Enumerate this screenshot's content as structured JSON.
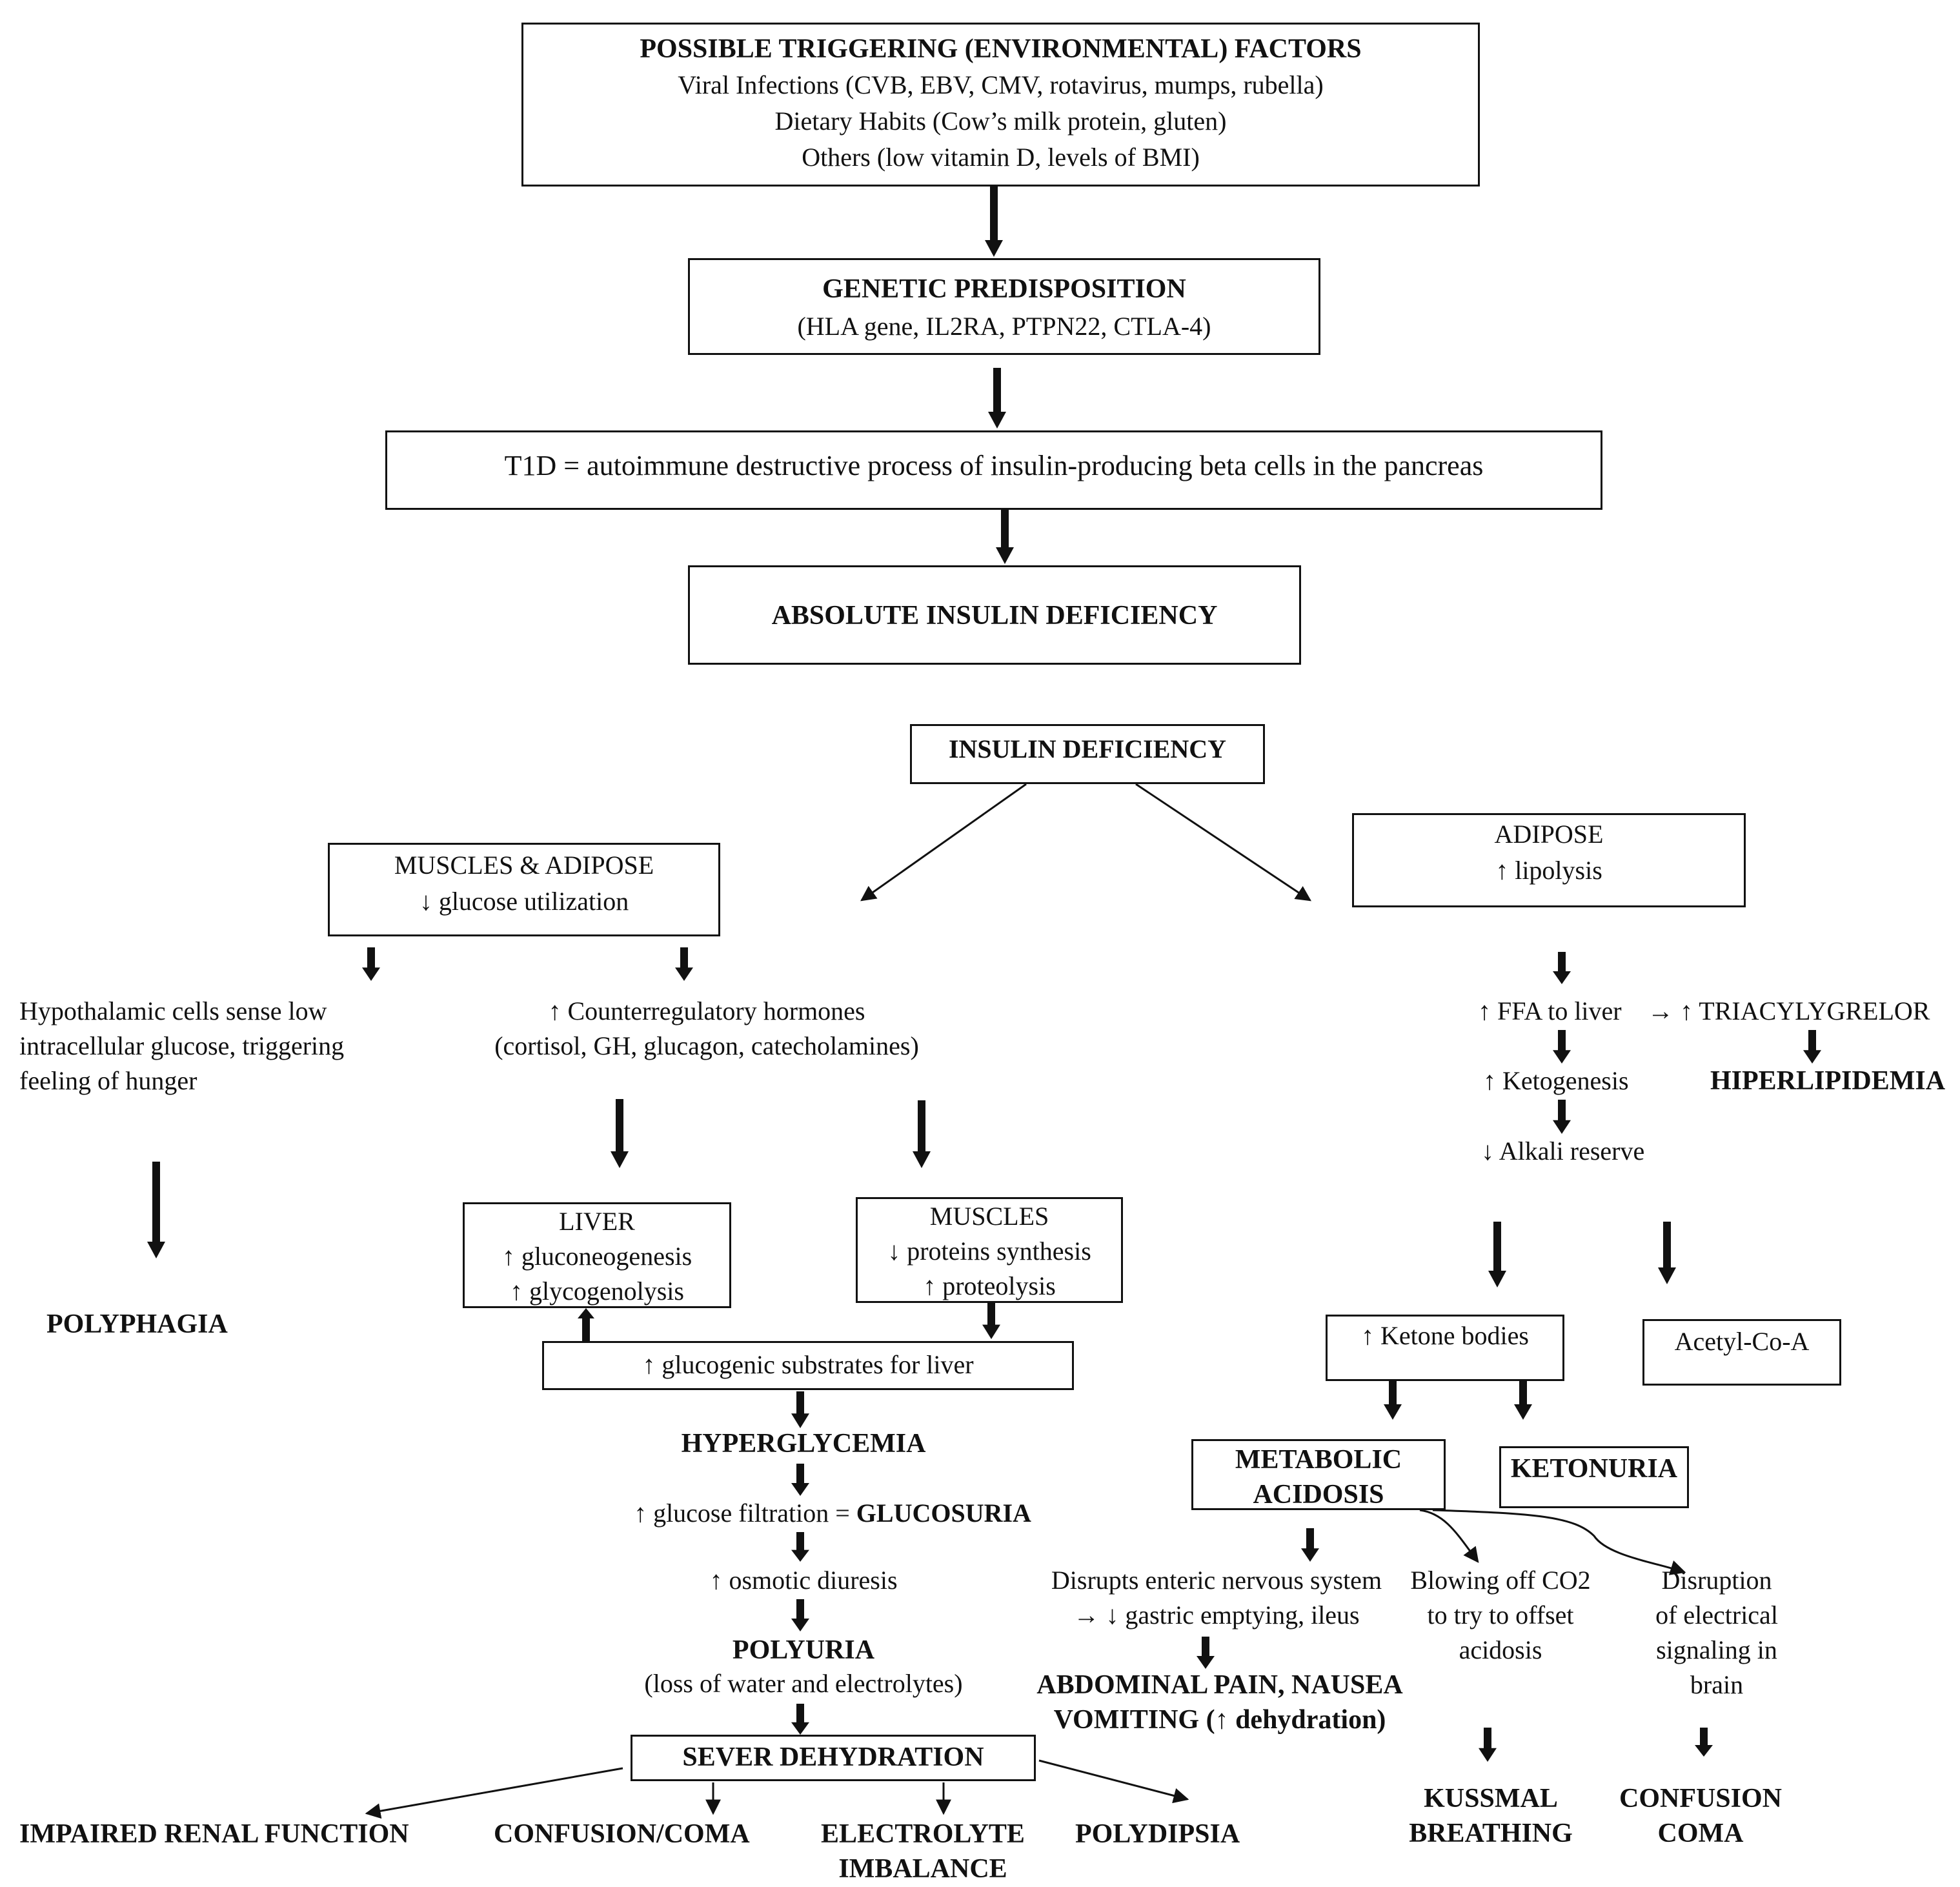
{
  "colors": {
    "ink": "#111111",
    "background": "#ffffff"
  },
  "triggers": {
    "title": "POSSIBLE TRIGGERING (ENVIRONMENTAL) FACTORS",
    "lines": [
      "Viral Infections (CVB, EBV, CMV, rotavirus, mumps, rubella)",
      "Dietary Habits (Cow’s milk protein, gluten)",
      "Others (low vitamin D, levels of BMI)"
    ]
  },
  "genetic": {
    "title": "GENETIC PREDISPOSITION",
    "detail": "(HLA gene, IL2RA, PTPN22, CTLA-4)"
  },
  "t1d": {
    "text": "T1D = autoimmune destructive process of insulin-producing beta cells in the pancreas"
  },
  "absolute": {
    "text": "ABSOLUTE INSULIN DEFICIENCY"
  },
  "insulin_deficiency": {
    "text": "INSULIN DEFICIENCY"
  },
  "muscles_adipose": {
    "title": "MUSCLES & ADIPOSE",
    "detail": "↓ glucose utilization"
  },
  "adipose": {
    "title": "ADIPOSE",
    "detail": "↑ lipolysis"
  },
  "hunger": {
    "lines": [
      "Hypothalamic cells sense low",
      "intracellular glucose, triggering",
      "feeling of hunger"
    ]
  },
  "polyphagia": "POLYPHAGIA",
  "counter": {
    "line1": "↑ Counterregulatory hormones",
    "line2": "(cortisol, GH, glucagon, catecholamines)"
  },
  "liver": {
    "title": "LIVER",
    "lines": [
      "↑ gluconeogenesis",
      "↑ glycogenolysis"
    ]
  },
  "muscles": {
    "title": "MUSCLES",
    "lines": [
      "↓ proteins synthesis",
      "↑ proteolysis"
    ]
  },
  "substrates": "↑ glucogenic substrates for liver",
  "hyperglycemia": "HYPERGLYCEMIA",
  "glucosuria": {
    "prefix": "↑ glucose filtration = ",
    "term": "GLUCOSURIA"
  },
  "osmotic": "↑ osmotic diuresis",
  "polyuria": {
    "title": "POLYURIA",
    "detail": "(loss of water and electrolytes)"
  },
  "dehydration": "SEVER DEHYDRATION",
  "outcomes": {
    "renal": "IMPAIRED RENAL FUNCTION",
    "confusion": "CONFUSION/COMA",
    "electrolyte": [
      "ELECTROLYTE",
      "IMBALANCE"
    ],
    "polydipsia": "POLYDIPSIA"
  },
  "ffa": "↑ FFA to liver",
  "triacyl": "→ ↑ TRIACYLYGRELOR",
  "ketogenesis": "↑ Ketogenesis",
  "hiperlipidemia": "HIPERLIPIDEMIA",
  "alkali": "↓ Alkali reserve",
  "ketone_bodies": "↑ Ketone bodies",
  "acetyl": "Acetyl-Co-A",
  "metabolic_acidosis": [
    "METABOLIC",
    "ACIDOSIS"
  ],
  "ketonuria": "KETONURIA",
  "enteric": [
    "Disrupts enteric nervous system",
    "→ ↓ gastric emptying, ileus"
  ],
  "abdominal": {
    "line1": "ABDOMINAL PAIN, NAUSEA",
    "line2_prefix": "VOMITING (",
    "line2_arrow": "↑",
    "line2_suffix": " dehydration)"
  },
  "co2": [
    "Blowing off CO2",
    "to try to offset",
    "acidosis"
  ],
  "disruption": [
    "Disruption",
    "of electrical",
    "signaling in",
    "brain"
  ],
  "kussmal": [
    "KUSSMAL",
    "BREATHING"
  ],
  "confusion_coma": [
    "CONFUSION",
    "COMA"
  ]
}
